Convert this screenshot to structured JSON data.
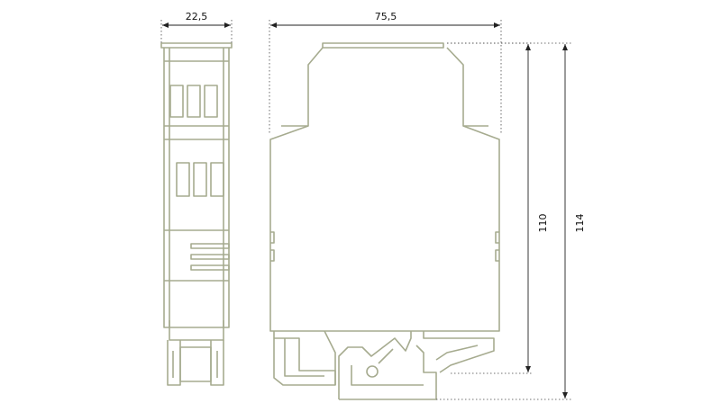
{
  "colors": {
    "outline": "#a6ab8f",
    "dimension": "#222222",
    "background": "#ffffff"
  },
  "dimensions": {
    "width_side": "22,5",
    "depth": "75,5",
    "height_body": "110",
    "height_total": "114"
  }
}
